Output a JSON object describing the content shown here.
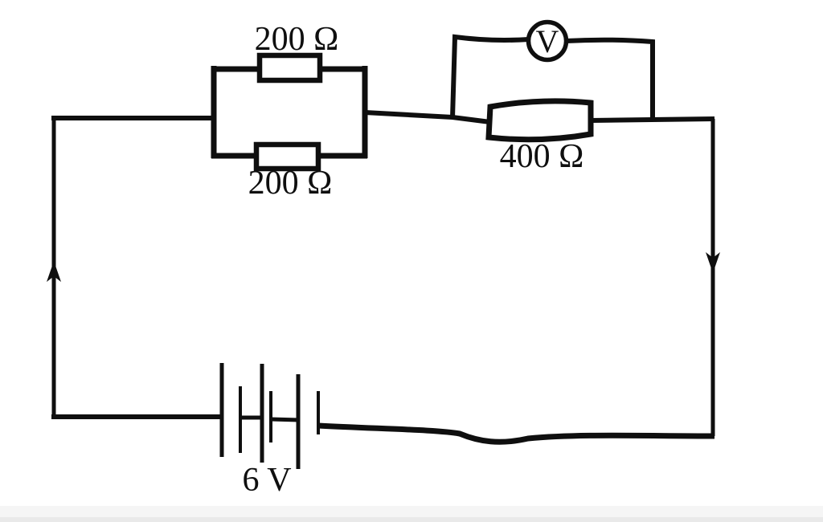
{
  "diagram": {
    "type": "electric-circuit-diagram",
    "background_color": "#ffffff",
    "ink_color": "#0f0f0f",
    "labels": {
      "resistor_parallel_top": "200 Ω",
      "resistor_parallel_bottom": "200 Ω",
      "resistor_series": "400 Ω",
      "battery": "6 V",
      "voltmeter_symbol": "V"
    },
    "components": [
      {
        "name": "parallel-resistor-top",
        "kind": "resistor",
        "value": "200 Ω"
      },
      {
        "name": "parallel-resistor-bottom",
        "kind": "resistor",
        "value": "200 Ω"
      },
      {
        "name": "series-resistor",
        "kind": "resistor",
        "value": "400 Ω"
      },
      {
        "name": "voltmeter",
        "kind": "voltmeter",
        "symbol": "V",
        "connected_across": "400 Ω resistor"
      },
      {
        "name": "battery",
        "kind": "battery",
        "value": "6 V",
        "cells": 3
      }
    ],
    "current_arrows": [
      {
        "side": "left-wire",
        "direction": "up"
      },
      {
        "side": "right-wire",
        "direction": "down"
      }
    ]
  }
}
